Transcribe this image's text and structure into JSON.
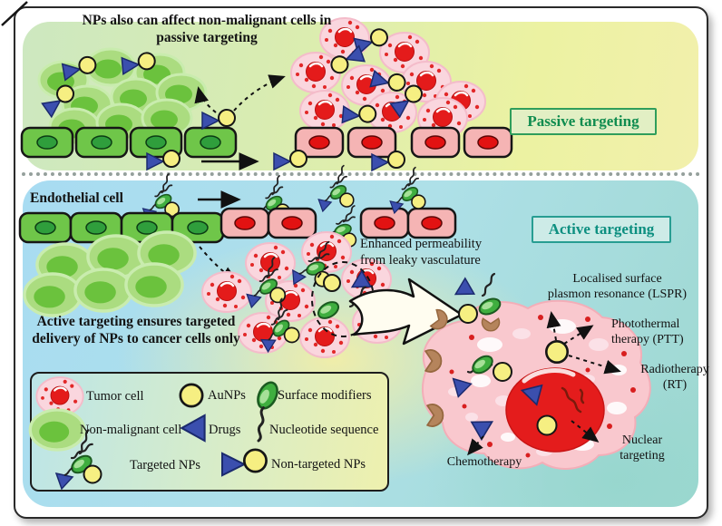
{
  "panels": {
    "passive": {
      "caption": "NPs also can affect non-malignant cells in\npassive targeting",
      "tag": "Passive targeting"
    },
    "active": {
      "tag": "Active targeting",
      "endothelial_label": "Endothelial cell",
      "permeability_note": "Enhanced permeability\nfrom leaky vasculature",
      "targeting_note": "Active targeting ensures targeted\ndelivery of NPs to cancer cells only",
      "annotations": {
        "lspr": "Localised surface\nplasmon resonance (LSPR)",
        "ptt": "Photothermal\ntherapy (PTT)",
        "rt": "Radiotherapy\n(RT)",
        "nuclear": "Nuclear\ntargeting",
        "chemo": "Chemotherapy"
      }
    }
  },
  "legend": {
    "items": [
      {
        "icon": "tumor-cell-icon",
        "label": "Tumor cell"
      },
      {
        "icon": "aunp-icon",
        "label": "AuNPs"
      },
      {
        "icon": "surface-modifier-icon",
        "label": "Surface modifiers"
      },
      {
        "icon": "non-malignant-cell-icon",
        "label": "Non-malignant cell"
      },
      {
        "icon": "drug-icon",
        "label": "Drugs"
      },
      {
        "icon": "nucleotide-icon",
        "label": "Nucleotide sequence"
      },
      {
        "icon": "targeted-np-icon",
        "label": "Targeted NPs"
      },
      {
        "icon": "non-targeted-np-icon",
        "label": "Non-targeted NPs"
      }
    ]
  },
  "colors": {
    "passive_tag_green": "#0f8c4f",
    "active_tag_teal": "#0d8f80",
    "aunp_yellow": "#f6ef82",
    "drug_blue": "#3b4fae",
    "modifier_green": "#3fae3f",
    "tumor_pink": "#fad6de",
    "nucleus_red": "#e41c1c",
    "cell_green": "#abdc80"
  }
}
